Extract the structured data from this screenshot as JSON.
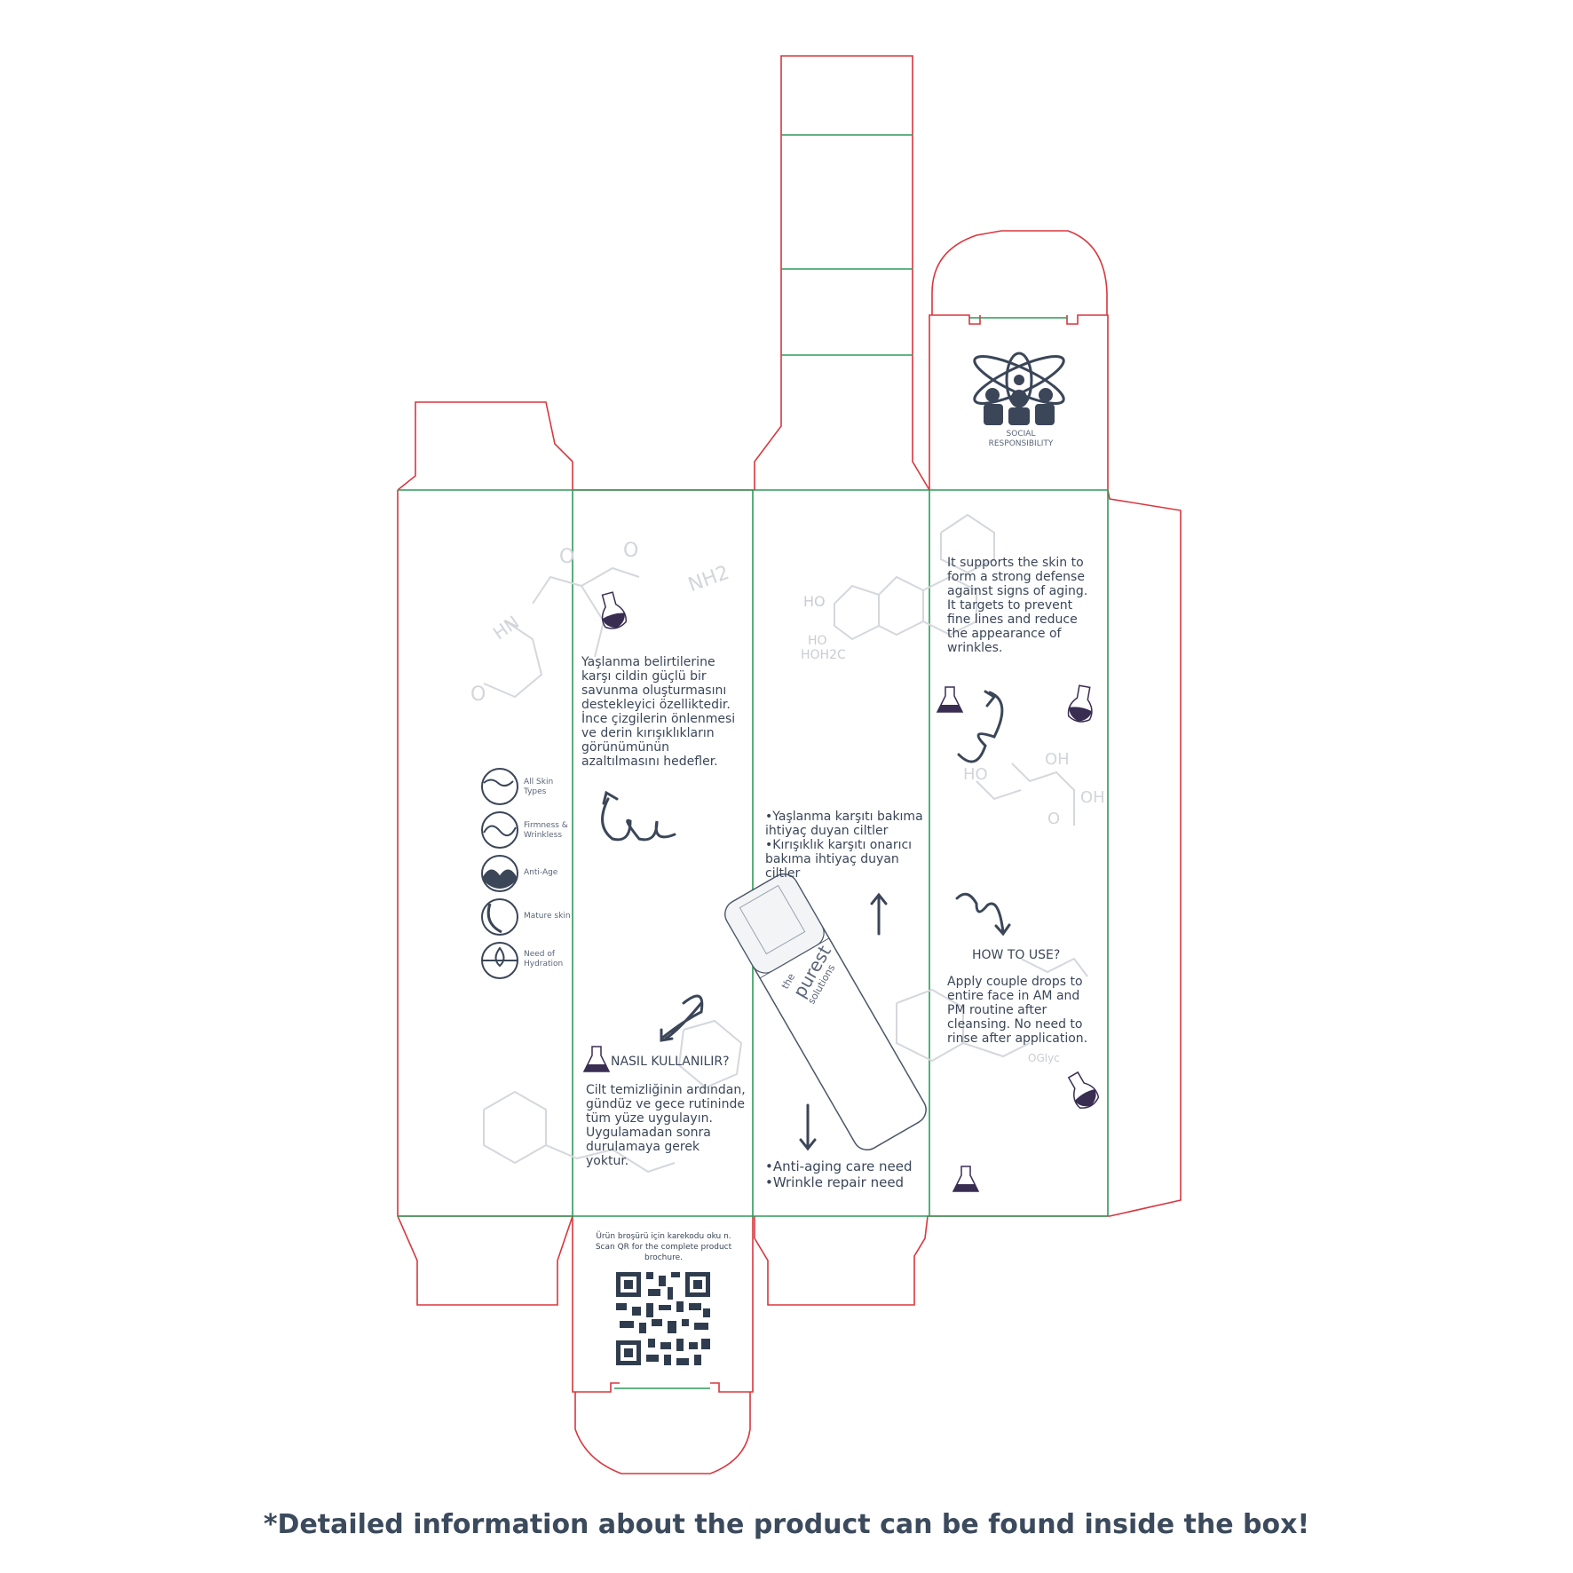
{
  "social": {
    "line1": "SOCIAL",
    "line2": "RESPONSIBILITY"
  },
  "right_panel": {
    "description": "It supports the skin to form a strong defense against signs of aging. It targets to prevent fine lines and reduce the appearance of wrinkles.",
    "how_to_title": "HOW TO USE?",
    "how_to_text": "Apply couple drops to entire face in AM and PM routine after cleansing. No need to rinse after application."
  },
  "left_panel": {
    "description": "Yaşlanma belirtilerine karşı cildin güçlü bir savunma oluşturmasını destekleyici özelliktedir. İnce çizgilerin önlenmesi ve derin kırışıklıkların görünümünün azaltılmasını hedefler.",
    "how_to_title": "NASIL KULLANILIR?",
    "how_to_text": "Cilt temizliğinin ardından, gündüz ve gece rutininde tüm yüze uygulayın. Uygulamadan sonra durulamaya gerek yoktur."
  },
  "middle_panel": {
    "needs_tr": [
      "•Yaşlanma karşıtı bakıma ihtiyaç duyan ciltler",
      "•Kırışıklık karşıtı onarıcı bakıma ihtiyaç duyan ciltler"
    ],
    "needs_en": [
      "•Anti-aging care need",
      "•Wrinkle repair need"
    ]
  },
  "bottle": {
    "line1": "the",
    "line2": "purest",
    "line3": "solutions"
  },
  "skin_icons": [
    {
      "icon": "all-skin-types-icon",
      "label": "All Skin Types"
    },
    {
      "icon": "firmness-wrinkles-icon",
      "label": "Firmness & Wrinkless"
    },
    {
      "icon": "anti-age-icon",
      "label": "Anti-Age"
    },
    {
      "icon": "mature-skin-icon",
      "label": "Mature skin"
    },
    {
      "icon": "hydration-icon",
      "label": "Need of Hydration"
    }
  ],
  "qr": {
    "tr": "Ürün broşürü için karekodu oku n.",
    "en": "Scan QR for the complete product brochure."
  },
  "chem": {
    "ho1": "HO",
    "ho2": "HO",
    "hoh2c": "HOH2C",
    "hn": "HN",
    "o1": "O",
    "o2": "O",
    "o3": "O",
    "nh2": "NH2",
    "oh1": "OH",
    "oh2": "OH",
    "ho3": "HO",
    "o4": "O",
    "oglyc": "OGlyc"
  },
  "footer": "*Detailed information about the product can be found inside the box!",
  "colors": {
    "cut": "#d9363e",
    "fold": "#2e9a5a",
    "text": "#3a4658",
    "accent": "#3a2d52",
    "chem": "#d4d7dc"
  }
}
